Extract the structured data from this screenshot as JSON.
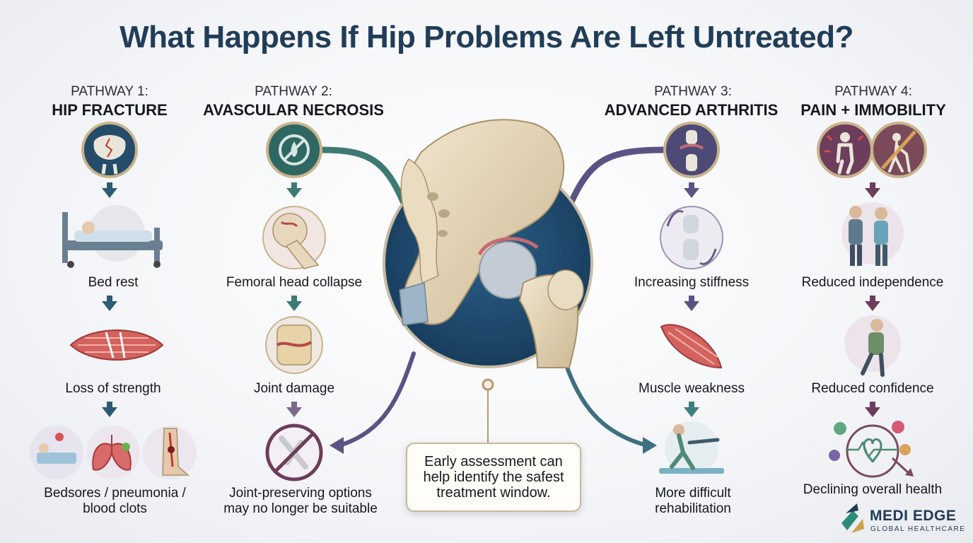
{
  "title": "What Happens If Hip Problems Are Left Untreated?",
  "pathways": [
    {
      "label": "PATHWAY 1:",
      "name": "HIP FRACTURE",
      "steps": [
        "Bed rest",
        "Loss of strength",
        "Bedsores / pneumonia / blood clots"
      ]
    },
    {
      "label": "PATHWAY 2:",
      "name": "AVASCULAR NECROSIS",
      "steps": [
        "Femoral head collapse",
        "Joint damage",
        "Joint-preserving options may no longer be suitable"
      ]
    },
    {
      "label": "PATHWAY 3:",
      "name": "ADVANCED ARTHRITIS",
      "steps": [
        "Increasing stiffness",
        "Muscle weakness",
        "More difficult rehabilitation"
      ]
    },
    {
      "label": "PATHWAY 4:",
      "name": "PAIN + IMMOBILITY",
      "steps": [
        "Reduced independence",
        "Reduced confidence",
        "Declining overall health"
      ]
    }
  ],
  "callout": "Early assessment can help identify the safest treatment window.",
  "brand": {
    "name": "MEDI EDGE",
    "subtitle": "GLOBAL HEALTHCARE"
  },
  "colors": {
    "title": "#213d58",
    "pathway1": "#2d5a75",
    "pathway2": "#3d7a74",
    "pathway3": "#5b5384",
    "pathway4": "#6d3d5c",
    "hip_circle": "#1e4a6e",
    "bone": "#e5d6b8"
  },
  "icons": [
    "pelvis-fracture-icon",
    "bone-necrosis-icon",
    "knee-joint-icon",
    "pain-person-icon",
    "no-walking-icon",
    "hospital-bed-icon",
    "femoral-head-icon",
    "stiff-joint-icon",
    "caregiver-icon",
    "muscle-fibers-icon",
    "damaged-bone-icon",
    "sore-muscle-icon",
    "person-headache-icon",
    "bedsore-icon",
    "lungs-icon",
    "leg-clot-icon",
    "no-joint-icon",
    "rehab-exercise-icon",
    "health-decline-icon",
    "hip-joint-illustration",
    "medi-edge-logo-icon"
  ]
}
